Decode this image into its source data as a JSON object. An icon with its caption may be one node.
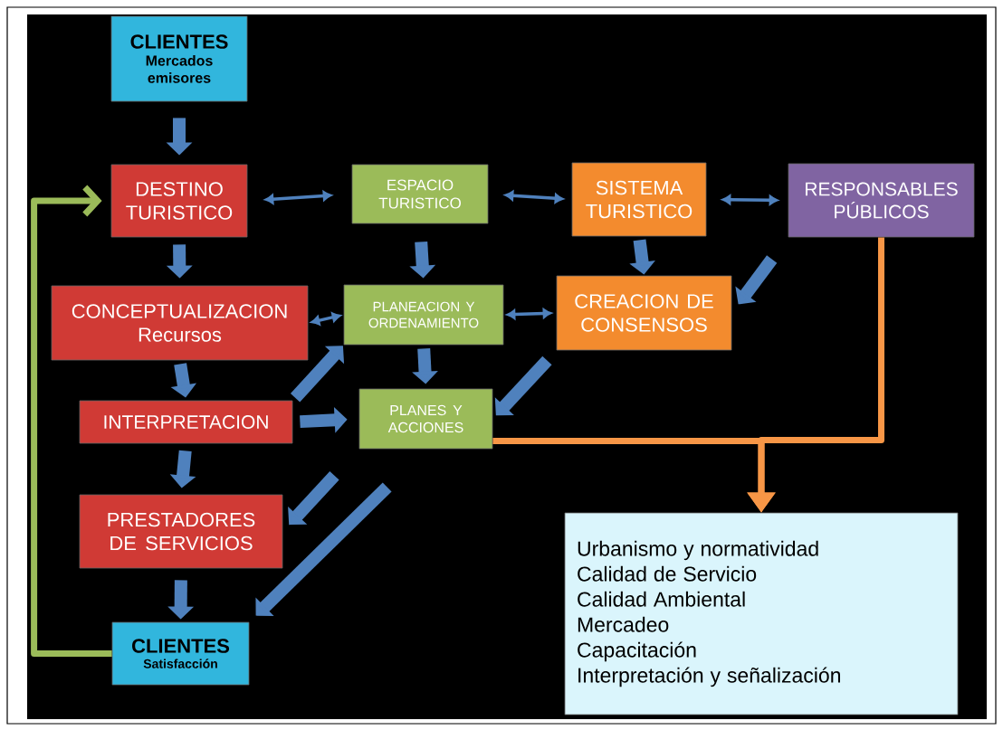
{
  "diagram": {
    "nodes": [
      {
        "text": [
          "CLIENTES",
          "Mercados emisores"
        ]
      },
      {
        "text": [
          "DESTINO TURISTICO"
        ]
      },
      {
        "text": [
          "ESPACIO TURISTICO"
        ]
      },
      {
        "text": [
          "SISTEMA TURISTICO"
        ]
      },
      {
        "text": [
          "RESPONSABLES PÚBLICOS"
        ]
      },
      {
        "text": [
          "CONCEPTUALIZACION",
          "Recursos"
        ]
      },
      {
        "text": [
          "PLANEACION Y ORDENAMIENTO"
        ]
      },
      {
        "text": [
          "CREACION DE CONSENSOS"
        ]
      },
      {
        "text": [
          "INTERPRETACION"
        ]
      },
      {
        "text": [
          "PLANES Y ACCIONES"
        ]
      },
      {
        "text": [
          "PRESTADORES DE SERVICIOS"
        ]
      },
      {
        "text": [
          "CLIENTES",
          "Satisfacción"
        ]
      },
      {
        "text": [
          "Urbanismo y normatividad",
          "Calidad de Servicio",
          "Calidad Ambiental",
          "Mercadeo",
          "Capacitación",
          "Interpretación y señalización"
        ]
      }
    ],
    "edges": [
      {
        "from": 0,
        "to": 1,
        "arrow": "to"
      },
      {
        "from": 1,
        "to": 2,
        "arrow": "both"
      },
      {
        "from": 2,
        "to": 3,
        "arrow": "both"
      },
      {
        "from": 3,
        "to": 4,
        "arrow": "both"
      },
      {
        "from": 1,
        "to": 5,
        "arrow": "to"
      },
      {
        "from": 2,
        "to": 6,
        "arrow": "to"
      },
      {
        "from": 3,
        "to": 7,
        "arrow": "to"
      },
      {
        "from": 5,
        "to": 6,
        "arrow": "both"
      },
      {
        "from": 6,
        "to": 7,
        "arrow": "both"
      },
      {
        "from": 4,
        "to": 7,
        "arrow": "to"
      },
      {
        "from": 5,
        "to": 8,
        "arrow": "to"
      },
      {
        "from": 8,
        "to": 6,
        "arrow": "to"
      },
      {
        "from": 6,
        "to": 9,
        "arrow": "to"
      },
      {
        "from": 8,
        "to": 9,
        "arrow": "to"
      },
      {
        "from": 7,
        "to": 9,
        "arrow": "to"
      },
      {
        "from": 8,
        "to": 10,
        "arrow": "to"
      },
      {
        "from": 9,
        "to": 10,
        "arrow": "to"
      },
      {
        "from": 10,
        "to": 11,
        "arrow": "to"
      },
      {
        "from": 9,
        "to": 11,
        "arrow": "to"
      },
      {
        "from": 11,
        "to": 1,
        "arrow": "to",
        "color": "#9bbb59"
      },
      {
        "from": 9,
        "to": 12,
        "arrow": "to",
        "color": "#f79646"
      },
      {
        "from": 4,
        "to": 12,
        "arrow": "to",
        "color": "#f79646"
      }
    ]
  }
}
